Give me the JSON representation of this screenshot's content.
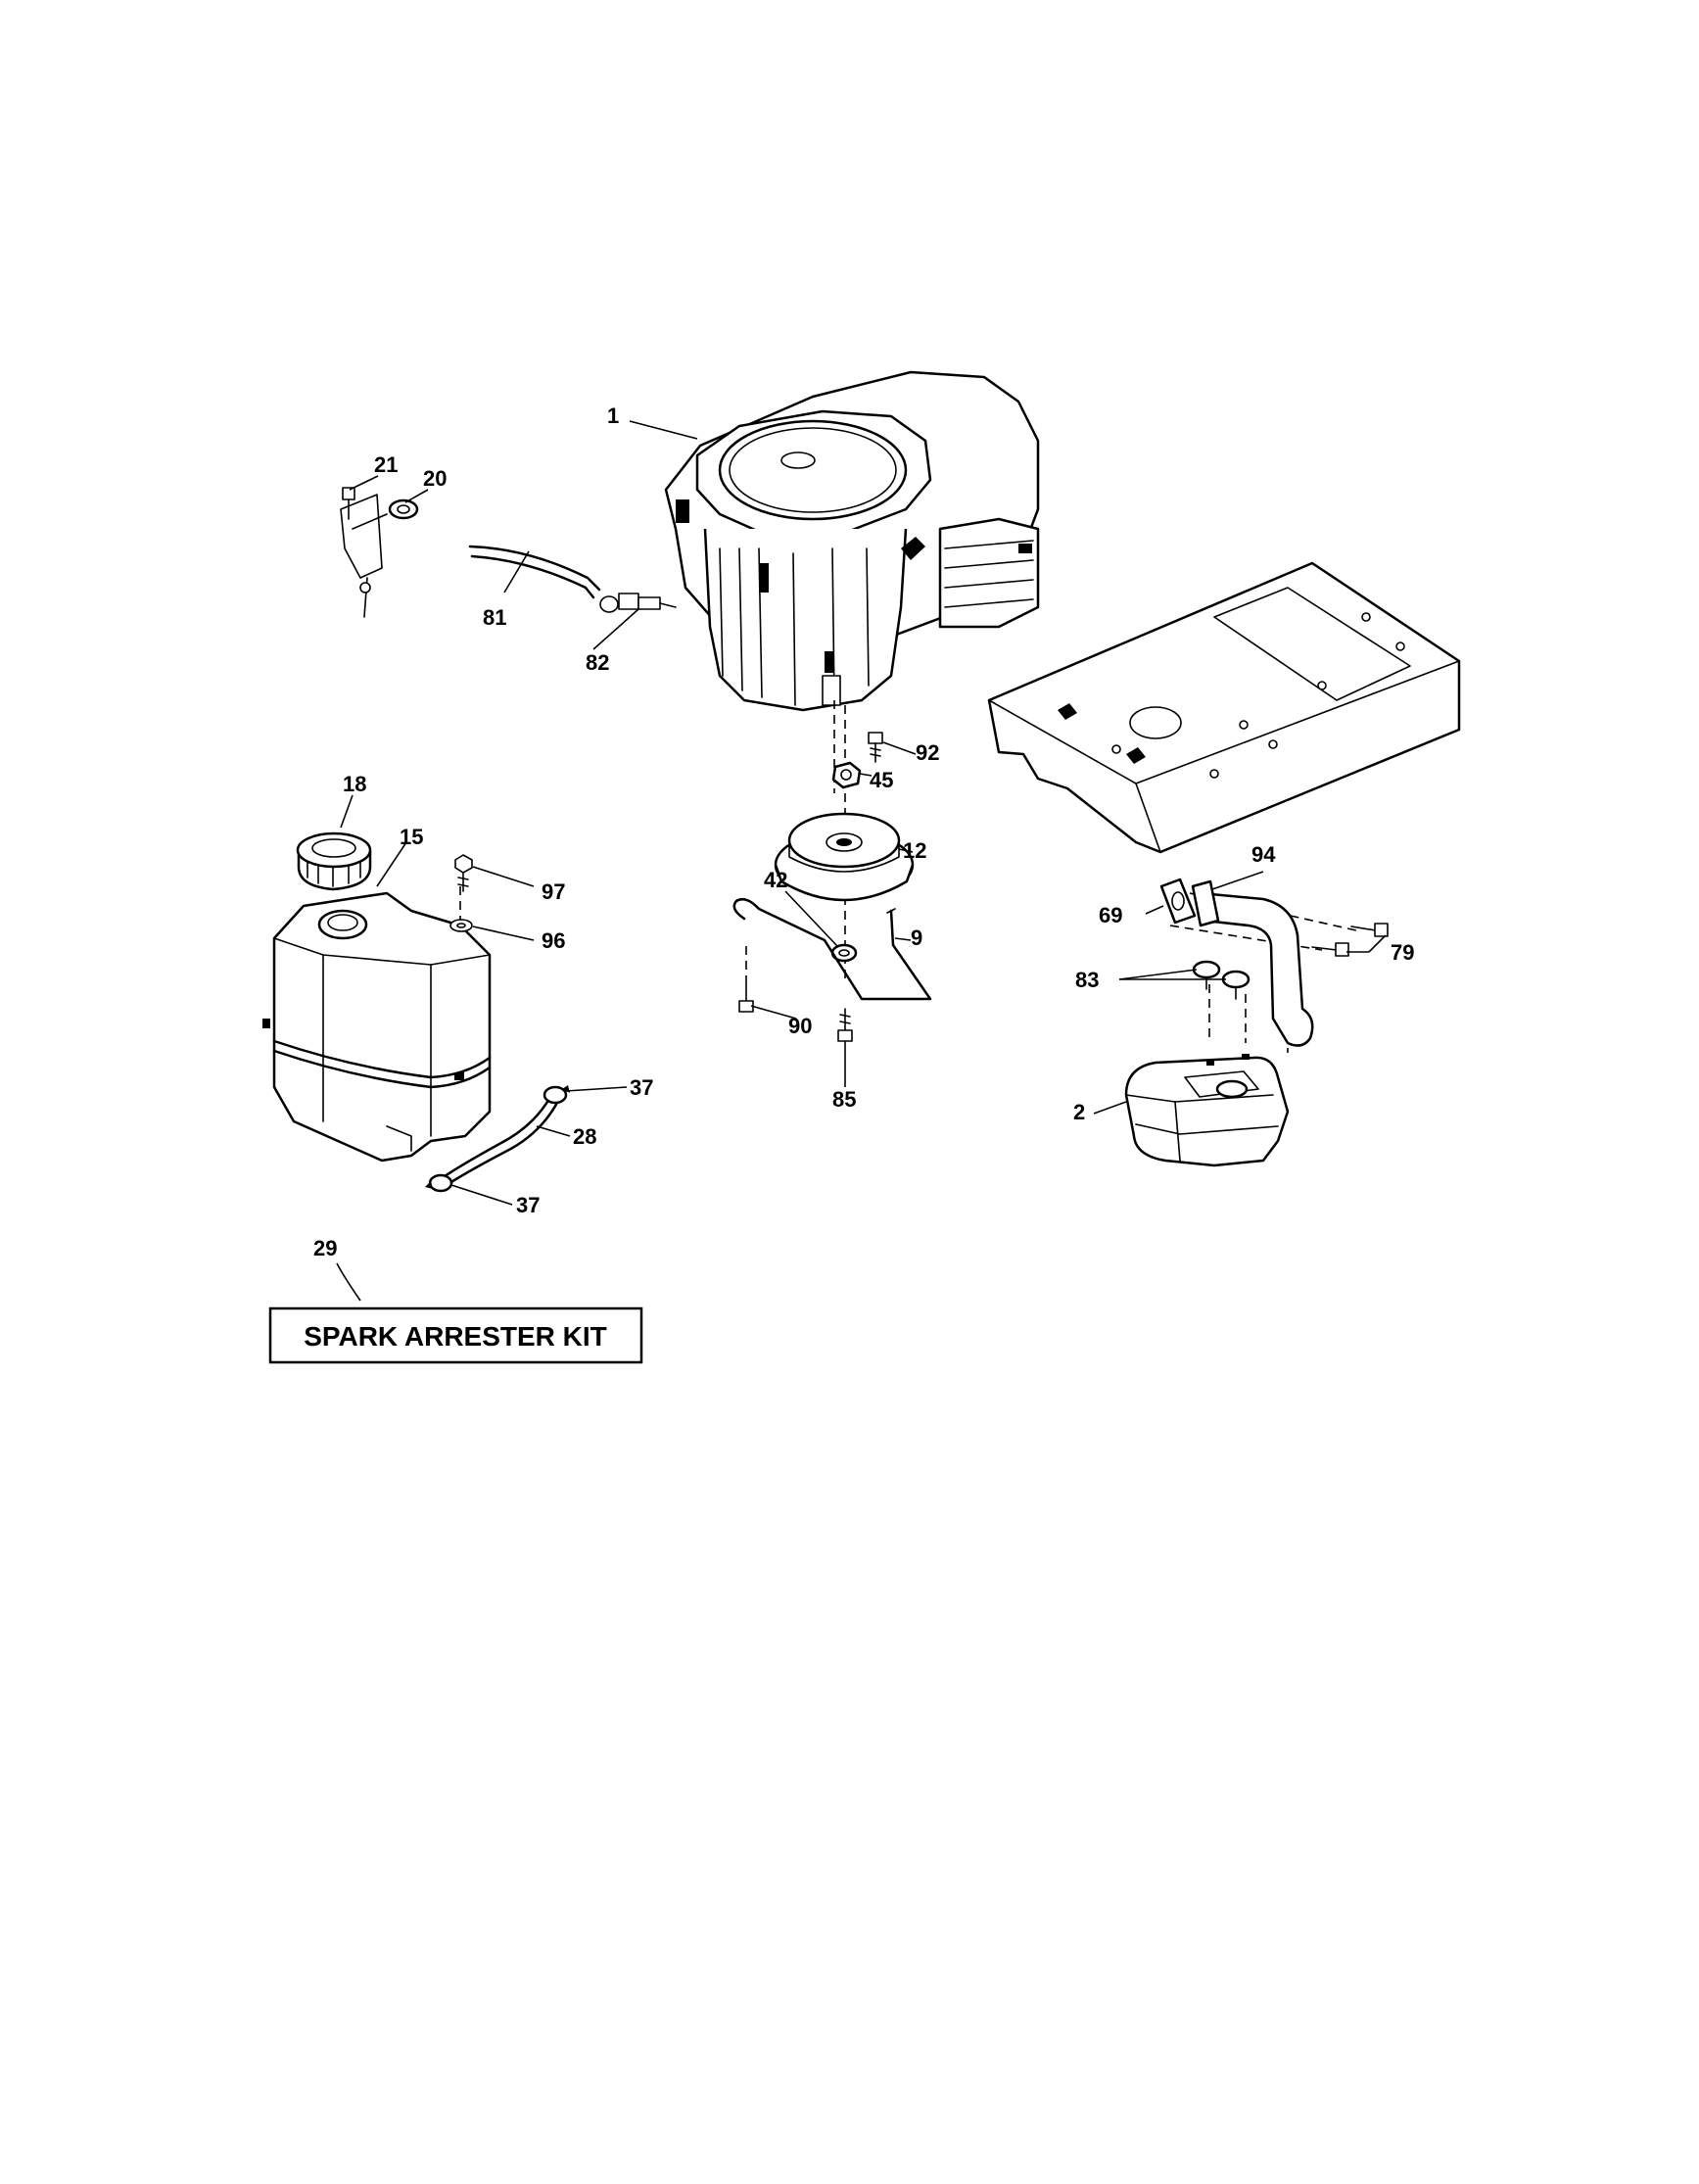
{
  "diagram": {
    "callouts": {
      "p1": "1",
      "p2": "2",
      "p9": "9",
      "p12": "12",
      "p15": "15",
      "p18": "18",
      "p20": "20",
      "p21": "21",
      "p28": "28",
      "p29": "29",
      "p37a": "37",
      "p37b": "37",
      "p42": "42",
      "p45": "45",
      "p69": "69",
      "p79": "79",
      "p81": "81",
      "p82": "82",
      "p83": "83",
      "p85": "85",
      "p90": "90",
      "p92": "92",
      "p94": "94",
      "p96": "96",
      "p97": "97"
    },
    "kit_box_label": "SPARK ARRESTER KIT"
  }
}
